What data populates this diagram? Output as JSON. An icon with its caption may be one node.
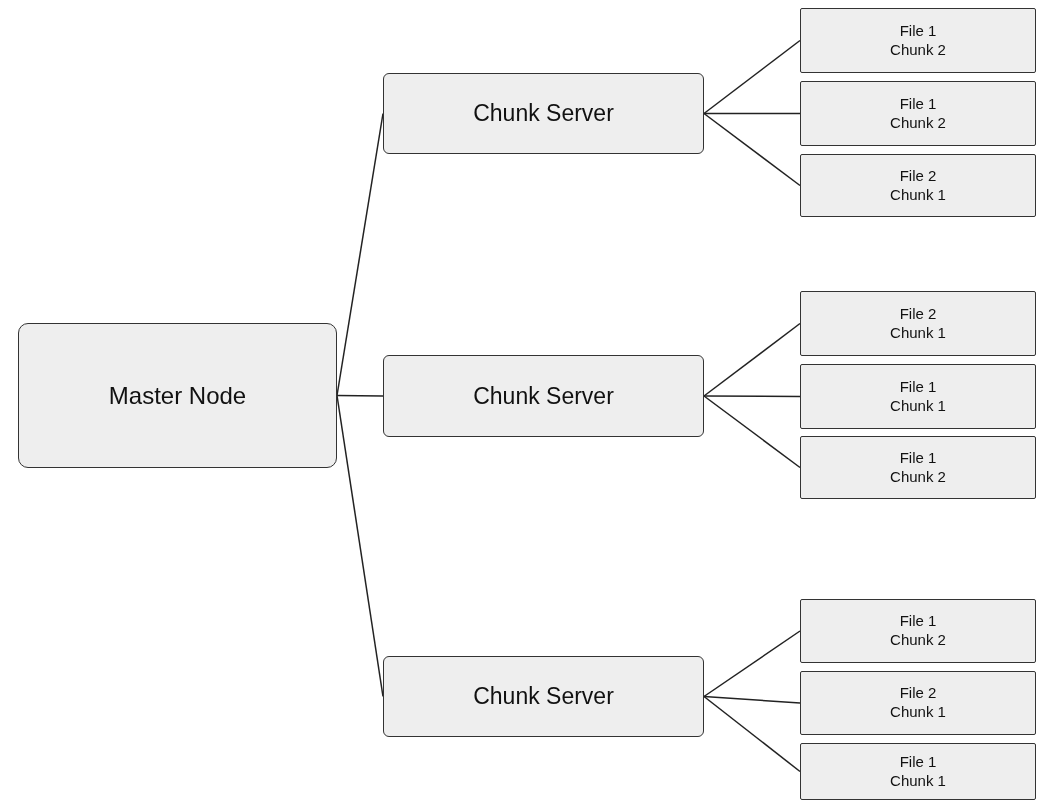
{
  "diagram": {
    "nodes": [
      {
        "text": [
          "Master Node"
        ]
      },
      {
        "text": [
          "Chunk Server"
        ]
      },
      {
        "text": [
          "Chunk Server"
        ]
      },
      {
        "text": [
          "Chunk Server"
        ]
      },
      {
        "text": [
          "File 1",
          "Chunk 2"
        ]
      },
      {
        "text": [
          "File 1",
          "Chunk 2"
        ]
      },
      {
        "text": [
          "File 2",
          "Chunk 1"
        ]
      },
      {
        "text": [
          "File 2",
          "Chunk 1"
        ]
      },
      {
        "text": [
          "File 1",
          "Chunk 1"
        ]
      },
      {
        "text": [
          "File 1",
          "Chunk 2"
        ]
      },
      {
        "text": [
          "File 1",
          "Chunk 2"
        ]
      },
      {
        "text": [
          "File 2",
          "Chunk 1"
        ]
      },
      {
        "text": [
          "File 1",
          "Chunk 1"
        ]
      }
    ],
    "edges": [
      {
        "from": 0,
        "to": 1,
        "arrow": "none"
      },
      {
        "from": 0,
        "to": 2,
        "arrow": "none"
      },
      {
        "from": 0,
        "to": 3,
        "arrow": "none"
      },
      {
        "from": 1,
        "to": 4,
        "arrow": "none"
      },
      {
        "from": 1,
        "to": 5,
        "arrow": "none"
      },
      {
        "from": 1,
        "to": 6,
        "arrow": "none"
      },
      {
        "from": 2,
        "to": 7,
        "arrow": "none"
      },
      {
        "from": 2,
        "to": 8,
        "arrow": "none"
      },
      {
        "from": 2,
        "to": 9,
        "arrow": "none"
      },
      {
        "from": 3,
        "to": 10,
        "arrow": "none"
      },
      {
        "from": 3,
        "to": 11,
        "arrow": "none"
      },
      {
        "from": 3,
        "to": 12,
        "arrow": "none"
      }
    ]
  }
}
